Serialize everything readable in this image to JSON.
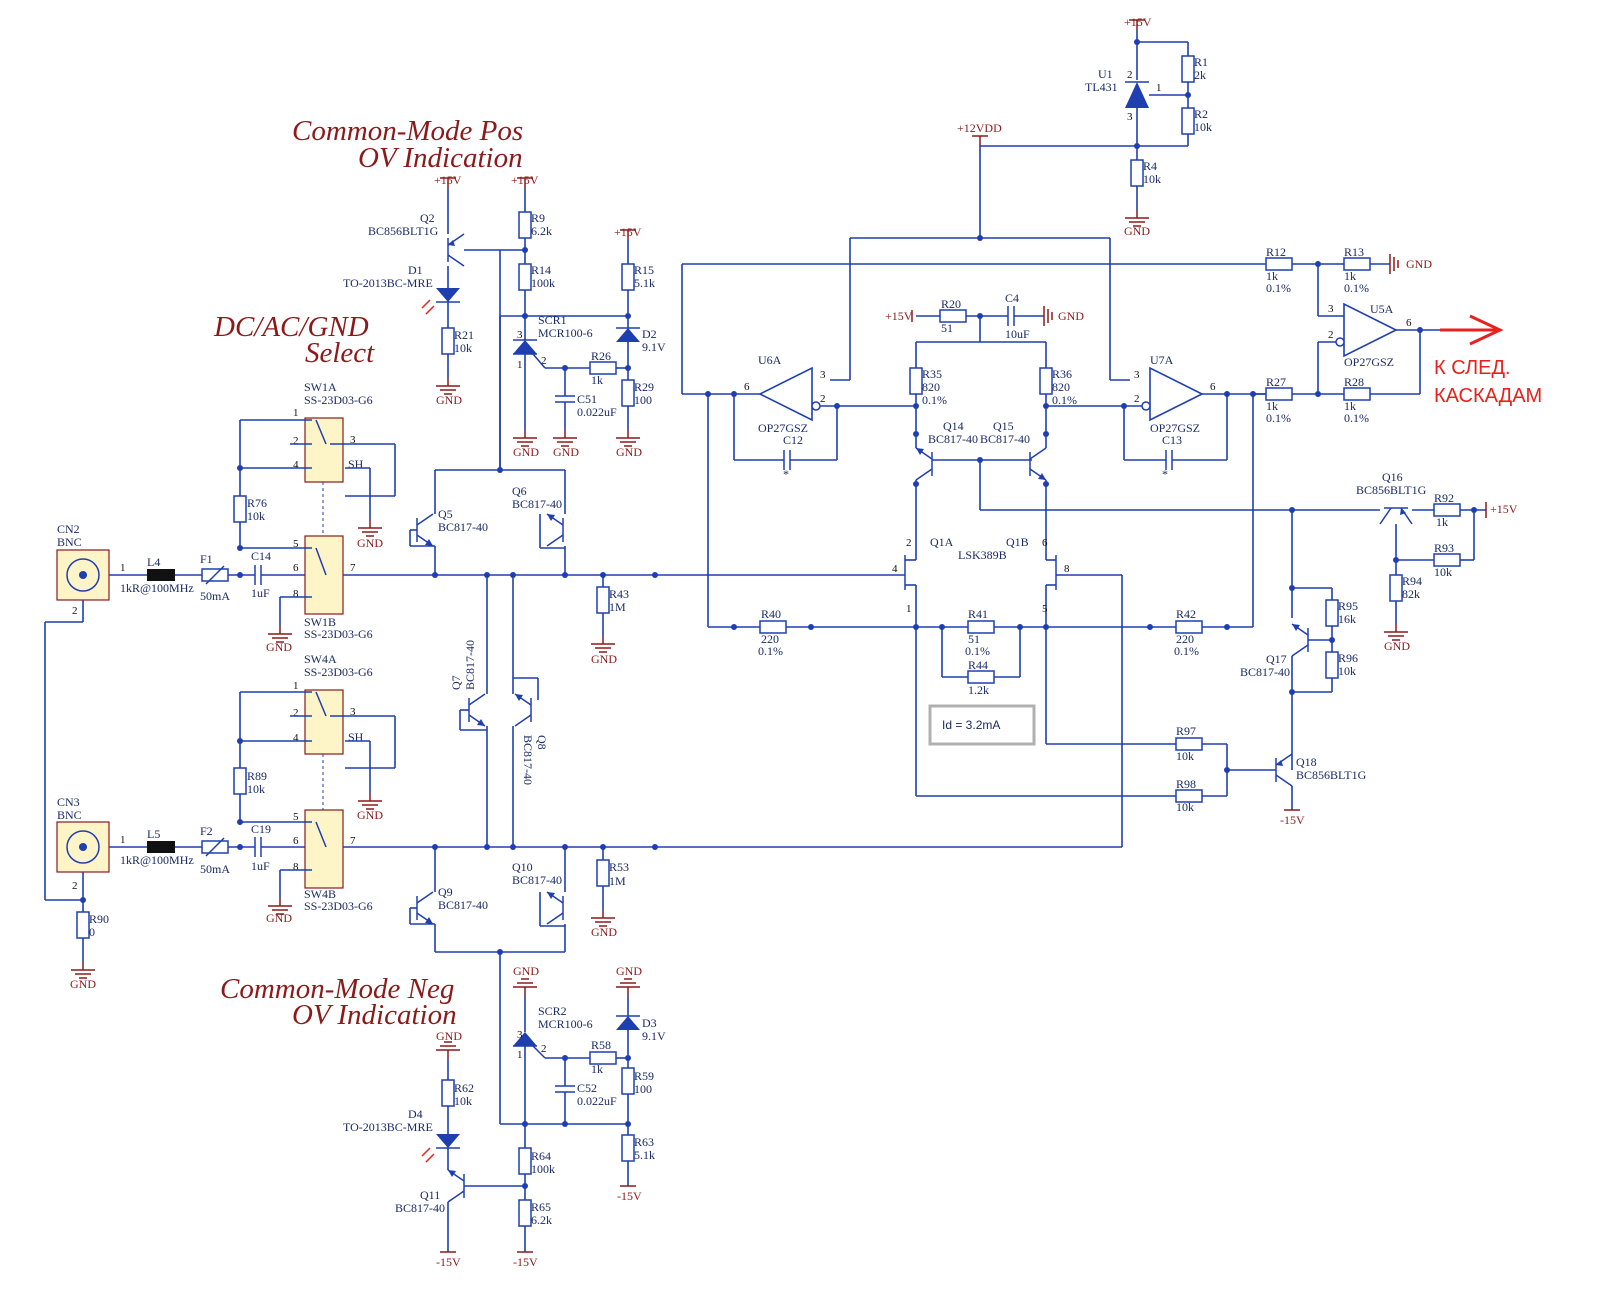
{
  "colors": {
    "wire": "#1f3fb0",
    "net": "#8b1a1a",
    "accent": "#e8211f",
    "switch_body": "#fdf4c8"
  },
  "titles": {
    "cm_pos_1": "Common-Mode Pos",
    "cm_pos_2": "OV Indication",
    "dc_sel_1": "DC/AC/GND",
    "dc_sel_2": "Select",
    "cm_neg_1": "Common-Mode Neg",
    "cm_neg_2": "OV Indication"
  },
  "output_label": {
    "line1": "К СЛЕД.",
    "line2": "КАСКАДАМ"
  },
  "note": "Id = 3.2mA",
  "components": {
    "CN2": [
      "CN2",
      "BNC"
    ],
    "CN3": [
      "CN3",
      "BNC"
    ],
    "L4": [
      "L4",
      "1kR@100MHz"
    ],
    "L5": [
      "L5",
      "1kR@100MHz"
    ],
    "F1": [
      "F1",
      "50mA"
    ],
    "F2": [
      "F2",
      "50mA"
    ],
    "C14": [
      "C14",
      "1uF"
    ],
    "C19": [
      "C19",
      "1uF"
    ],
    "SW1A": [
      "SW1A",
      "SS-23D03-G6"
    ],
    "SW1B": [
      "SW1B",
      "SS-23D03-G6"
    ],
    "SW4A": [
      "SW4A",
      "SS-23D03-G6"
    ],
    "SW4B": [
      "SW4B",
      "SS-23D03-G6"
    ],
    "R76": [
      "R76",
      "10k"
    ],
    "R89": [
      "R89",
      "10k"
    ],
    "R90": [
      "R90",
      "0"
    ],
    "Q2": [
      "Q2",
      "BC856BLT1G"
    ],
    "D1": [
      "D1",
      "TO-2013BC-MRE"
    ],
    "R21": [
      "R21",
      "10k"
    ],
    "R9": [
      "R9",
      "6.2k"
    ],
    "R14": [
      "R14",
      "100k"
    ],
    "SCR1": [
      "SCR1",
      "MCR100-6"
    ],
    "R26": [
      "R26",
      "1k"
    ],
    "C51": [
      "C51",
      "0.022uF"
    ],
    "R15": [
      "R15",
      "5.1k"
    ],
    "D2": [
      "D2",
      "9.1V"
    ],
    "R29": [
      "R29",
      "100"
    ],
    "Q5": [
      "Q5",
      "BC817-40"
    ],
    "Q6": [
      "Q6",
      "BC817-40"
    ],
    "Q7": [
      "Q7",
      "BC817-40"
    ],
    "Q8": [
      "Q8",
      "BC817-40"
    ],
    "Q9": [
      "Q9",
      "BC817-40"
    ],
    "Q10": [
      "Q10",
      "BC817-40"
    ],
    "R43": [
      "R43",
      "1M"
    ],
    "R53": [
      "R53",
      "1M"
    ],
    "SCR2": [
      "SCR2",
      "MCR100-6"
    ],
    "R58": [
      "R58",
      "1k"
    ],
    "C52": [
      "C52",
      "0.022uF"
    ],
    "D3": [
      "D3",
      "9.1V"
    ],
    "R59": [
      "R59",
      "100"
    ],
    "R63": [
      "R63",
      "5.1k"
    ],
    "R62": [
      "R62",
      "10k"
    ],
    "D4": [
      "D4",
      "TO-2013BC-MRE"
    ],
    "Q11": [
      "Q11",
      "BC817-40"
    ],
    "R64": [
      "R64",
      "100k"
    ],
    "R65": [
      "R65",
      "6.2k"
    ],
    "U1": [
      "U1",
      "TL431"
    ],
    "R1": [
      "R1",
      "2k"
    ],
    "R2": [
      "R2",
      "10k"
    ],
    "R4": [
      "R4",
      "10k"
    ],
    "U6A": [
      "U6A",
      "OP27GSZ"
    ],
    "C12": [
      "C12",
      "*"
    ],
    "U7A": [
      "U7A",
      "OP27GSZ"
    ],
    "C13": [
      "C13",
      "*"
    ],
    "R20": [
      "R20",
      "51"
    ],
    "C4": [
      "C4",
      "10uF"
    ],
    "R35": [
      "R35",
      "820",
      "0.1%"
    ],
    "R36": [
      "R36",
      "820",
      "0.1%"
    ],
    "Q14": [
      "Q14",
      "BC817-40"
    ],
    "Q15": [
      "Q15",
      "BC817-40"
    ],
    "Q1A": [
      "Q1A"
    ],
    "Q1B": [
      "Q1B"
    ],
    "Q1": [
      "LSK389B"
    ],
    "R40": [
      "R40",
      "220",
      "0.1%"
    ],
    "R41": [
      "R41",
      "51",
      "0.1%"
    ],
    "R44": [
      "R44",
      "1.2k"
    ],
    "R42": [
      "R42",
      "220",
      "0.1%"
    ],
    "R12": [
      "R12",
      "1k",
      "0.1%"
    ],
    "R13": [
      "R13",
      "1k",
      "0.1%"
    ],
    "R27": [
      "R27",
      "1k",
      "0.1%"
    ],
    "R28": [
      "R28",
      "1k",
      "0.1%"
    ],
    "U5A": [
      "U5A",
      "OP27GSZ"
    ],
    "Q16": [
      "Q16",
      "BC856BLT1G"
    ],
    "R92": [
      "R92",
      "1k"
    ],
    "R93": [
      "R93",
      "10k"
    ],
    "R94": [
      "R94",
      "82k"
    ],
    "R95": [
      "R95",
      "16k"
    ],
    "R96": [
      "R96",
      "10k"
    ],
    "Q17": [
      "Q17",
      "BC817-40"
    ],
    "R97": [
      "R97",
      "10k"
    ],
    "R98": [
      "R98",
      "10k"
    ],
    "Q18": [
      "Q18",
      "BC856BLT1G"
    ]
  },
  "nets": {
    "p15": "+15V",
    "m15": "-15V",
    "gnd": "GND",
    "p12": "+12VDD"
  },
  "switch_labels": {
    "sh": "SH"
  }
}
